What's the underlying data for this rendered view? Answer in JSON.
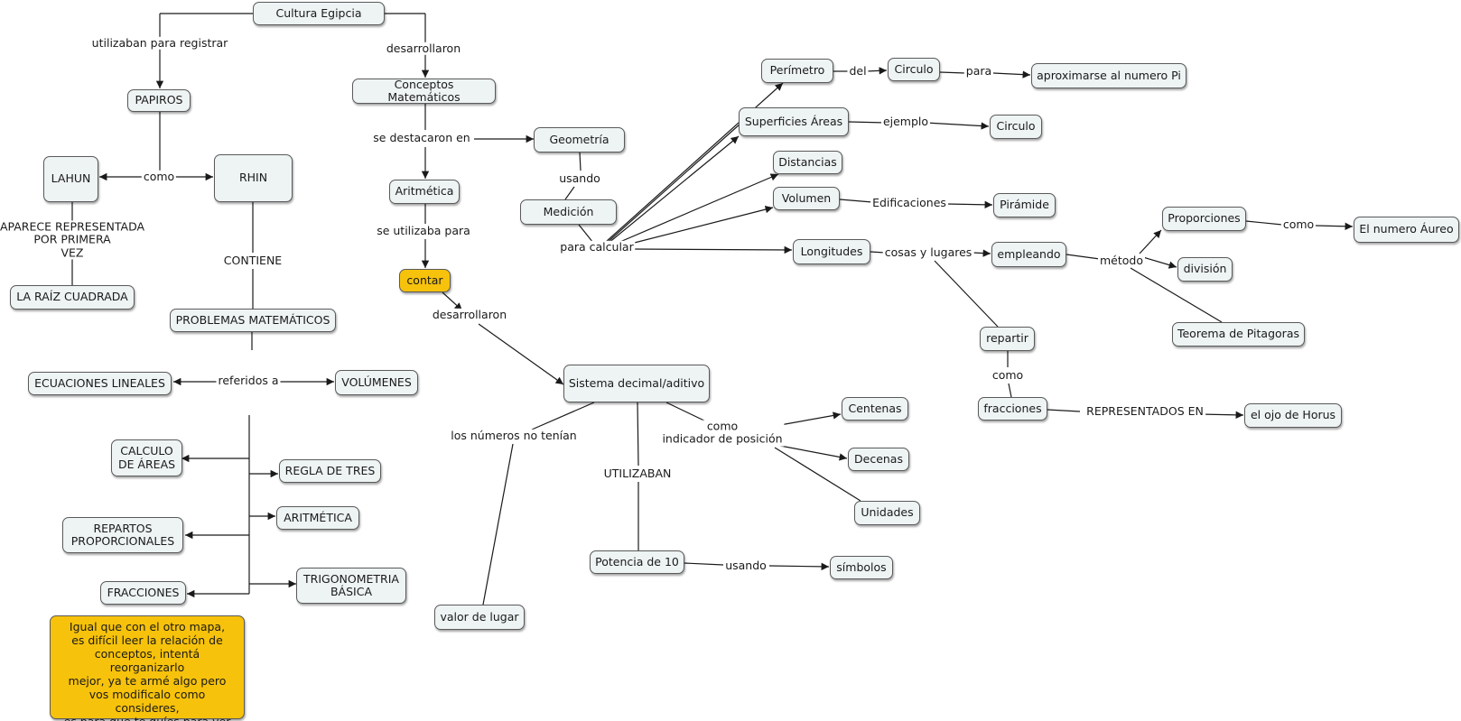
{
  "nodes": [
    {
      "id": "cultura",
      "text": "Cultura Egipcia"
    },
    {
      "id": "papiros",
      "text": "PAPIROS"
    },
    {
      "id": "lahun",
      "text": "LAHUN"
    },
    {
      "id": "rhin",
      "text": "RHIN"
    },
    {
      "id": "raiz",
      "text": "LA RAÍZ CUADRADA"
    },
    {
      "id": "problemas",
      "text": "PROBLEMAS MATEMÁTICOS"
    },
    {
      "id": "ecuaciones",
      "text": "ECUACIONES LINEALES"
    },
    {
      "id": "volumenes",
      "text": "VOLÚMENES"
    },
    {
      "id": "calculo",
      "text": "CALCULO\nDE ÁREAS"
    },
    {
      "id": "regla",
      "text": "REGLA DE TRES"
    },
    {
      "id": "repartos",
      "text": "REPARTOS\nPROPORCIONALES"
    },
    {
      "id": "aritmetica2",
      "text": "ARITMÉTICA"
    },
    {
      "id": "fracciones1",
      "text": "FRACCIONES"
    },
    {
      "id": "trigonometria",
      "text": "TRIGONOMETRIA\nBÁSICA"
    },
    {
      "id": "conceptos",
      "text": "Conceptos Matemáticos"
    },
    {
      "id": "geometria",
      "text": "Geometría"
    },
    {
      "id": "aritmetica",
      "text": "Aritmética"
    },
    {
      "id": "medicion",
      "text": "Medición"
    },
    {
      "id": "contar",
      "text": "contar"
    },
    {
      "id": "sistema",
      "text": "Sistema decimal/aditivo"
    },
    {
      "id": "centenas",
      "text": "Centenas"
    },
    {
      "id": "decenas",
      "text": "Decenas"
    },
    {
      "id": "unidades",
      "text": "Unidades"
    },
    {
      "id": "potencia",
      "text": "Potencia de 10"
    },
    {
      "id": "simbolos",
      "text": "símbolos"
    },
    {
      "id": "valor",
      "text": "valor de lugar"
    },
    {
      "id": "perimetro",
      "text": "Perímetro"
    },
    {
      "id": "circulo1",
      "text": "Circulo"
    },
    {
      "id": "aproximarse",
      "text": "aproximarse al numero Pi"
    },
    {
      "id": "superficies",
      "text": "Superficies Áreas"
    },
    {
      "id": "circulo2",
      "text": "Circulo"
    },
    {
      "id": "distancias",
      "text": "Distancias"
    },
    {
      "id": "volumen",
      "text": "Volumen"
    },
    {
      "id": "piramide",
      "text": "Pirámide"
    },
    {
      "id": "longitudes",
      "text": "Longitudes"
    },
    {
      "id": "empleando",
      "text": "empleando"
    },
    {
      "id": "proporciones",
      "text": "Proporciones"
    },
    {
      "id": "aureo",
      "text": "El numero Áureo"
    },
    {
      "id": "division",
      "text": "división"
    },
    {
      "id": "pitagoras",
      "text": "Teorema de Pitagoras"
    },
    {
      "id": "repartir",
      "text": "repartir"
    },
    {
      "id": "fracciones2",
      "text": "fracciones"
    },
    {
      "id": "horus",
      "text": "el ojo de Horus"
    },
    {
      "id": "nota",
      "text": "Igual que con el otro mapa,\nes difícil leer la relación de\nconceptos, intentá reorganizarlo\nmejor, ya te armé algo pero\nvos modificalo como consideres,\nes para que te guíes para ver\ncomo estructurar el mapa."
    }
  ],
  "links": [
    {
      "id": "utilizaban",
      "text": "utilizaban para registrar"
    },
    {
      "id": "desarrollaron1",
      "text": "desarrollaron"
    },
    {
      "id": "como1",
      "text": "como"
    },
    {
      "id": "aparece",
      "text": "APARECE REPRESENTADA\nPOR PRIMERA\nVEZ"
    },
    {
      "id": "contiene",
      "text": "CONTIENE"
    },
    {
      "id": "referidos",
      "text": "referidos a"
    },
    {
      "id": "destacaron",
      "text": "se destacaron en"
    },
    {
      "id": "usando1",
      "text": "usando"
    },
    {
      "id": "utilizaba",
      "text": "se utilizaba para"
    },
    {
      "id": "desarrollaron2",
      "text": "desarrollaron"
    },
    {
      "id": "para_calcular",
      "text": "para calcular"
    },
    {
      "id": "numeros",
      "text": "los números no tenían"
    },
    {
      "id": "utilizaban2",
      "text": "UTILIZABAN"
    },
    {
      "id": "como_indicador",
      "text": "como\nindicador de posición"
    },
    {
      "id": "usando2",
      "text": "usando"
    },
    {
      "id": "del",
      "text": "del"
    },
    {
      "id": "para",
      "text": "para"
    },
    {
      "id": "ejemplo",
      "text": "ejemplo"
    },
    {
      "id": "edificaciones",
      "text": "Edificaciones"
    },
    {
      "id": "cosas",
      "text": "cosas y lugares"
    },
    {
      "id": "metodo",
      "text": "método"
    },
    {
      "id": "como2",
      "text": "como"
    },
    {
      "id": "como3",
      "text": "como"
    },
    {
      "id": "representados",
      "text": "REPRESENTADOS EN"
    }
  ],
  "colors": {
    "node_fill": "#eef3f4",
    "highlight_fill": "#f7c20b",
    "line": "#1a1a1a"
  }
}
